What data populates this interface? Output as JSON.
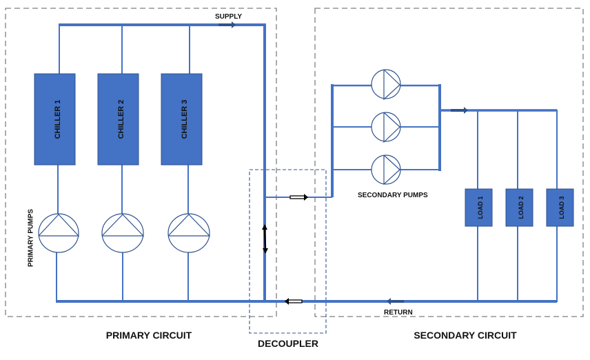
{
  "colors": {
    "pipe": "#4472c4",
    "box_fill": "#4472c4",
    "box_stroke": "#2f528f",
    "pump_stroke": "#2f528f",
    "circuit_border": "#7f7f7f",
    "decoupler_border": "#2f528f",
    "arrow_black": "#000000",
    "arrow_blue": "#2f528f",
    "text": "#111111"
  },
  "labels": {
    "supply": "SUPPLY",
    "return": "RETURN",
    "primary_pumps": "PRIMARY PUMPS",
    "secondary_pumps": "SECONDARY PUMPS",
    "primary_circuit": "PRIMARY CIRCUIT",
    "secondary_circuit": "SECONDARY CIRCUIT",
    "decoupler": "DECOUPLER"
  },
  "chillers": [
    {
      "label": "CHILLER 1"
    },
    {
      "label": "CHILLER 2"
    },
    {
      "label": "CHILLER 3"
    }
  ],
  "loads": [
    {
      "label": "LOAD 1"
    },
    {
      "label": "LOAD 2"
    },
    {
      "label": "LOAD 3"
    }
  ],
  "primary_pumps": [
    {
      "id": "primary-pump-1"
    },
    {
      "id": "primary-pump-2"
    },
    {
      "id": "primary-pump-3"
    }
  ],
  "secondary_pumps": [
    {
      "id": "secondary-pump-1"
    },
    {
      "id": "secondary-pump-2"
    },
    {
      "id": "secondary-pump-3"
    }
  ],
  "flow_directions": {
    "supply": "right",
    "decoupler": "bidirectional",
    "to_secondary": "right",
    "secondary_supply": "right",
    "secondary_return": "left",
    "primary_return": "left"
  }
}
